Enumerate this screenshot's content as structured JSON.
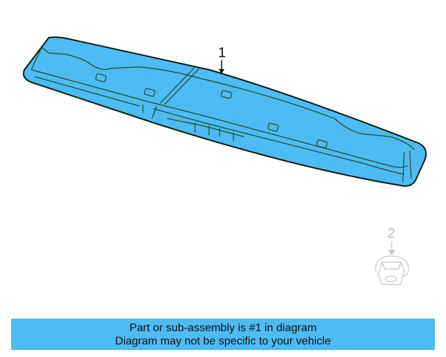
{
  "diagram": {
    "parts": [
      {
        "callout": "1",
        "name": "main-part",
        "highlighted": true
      },
      {
        "callout": "2",
        "name": "nut",
        "highlighted": false
      }
    ],
    "colors": {
      "highlight_fill": "#4dbbf4",
      "outline": "#0a1a0a",
      "inner_line": "#1d4a1d",
      "faded": "#c8c8c8"
    }
  },
  "banner": {
    "line1": "Part or sub-assembly is #1 in diagram",
    "line2": "Diagram may not be specific to your vehicle",
    "background": "#4dbbf4"
  }
}
